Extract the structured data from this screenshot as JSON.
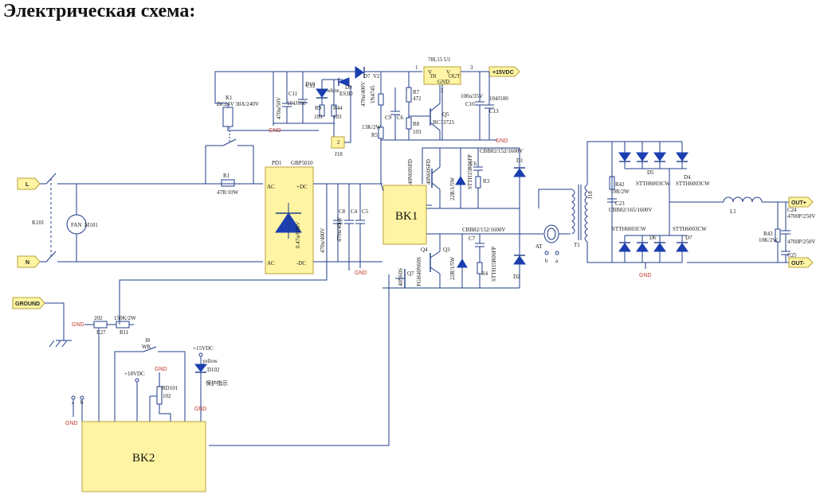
{
  "title": "Электрическая схема:",
  "colors": {
    "wire": "#1f3c8a",
    "diode": "#1b3fb0",
    "module": "#fff4a3",
    "gnd": "#c0392b"
  },
  "terminals": {
    "l": "L",
    "n": "N",
    "ground": "GROUND",
    "vdc15": "+15VDC",
    "out_plus": "OUT+",
    "out_minus": "OUT-"
  },
  "components": {
    "k1": "K1",
    "k1_rating": "DC24V 30A/240V",
    "k101": "K101",
    "fan": "FAN",
    "m101": "M101",
    "r1": "R1",
    "r1_val": "47R/10W",
    "pd1": "PD1",
    "gbp": "GBP5010",
    "ac1": "AC",
    "ac2": "AC",
    "dcp": "+DC",
    "dcm": "-DC",
    "c_main": "0.47u/630V",
    "c_bulk": "470u/400V",
    "c8": "C8",
    "c4": "C4",
    "c5": "C5",
    "c11": "C11",
    "c11_val": "470u/50V",
    "c12": "C12",
    "c12_val": "104J100",
    "d10": "D10",
    "white": "white",
    "r9": "R9",
    "r44": "R44",
    "r9_val": "103",
    "r44_val": "103",
    "d9": "D9",
    "es3d": "ES3D",
    "d7": "D7",
    "v2": "V2",
    "d7_val": "470u/400V",
    "j18a": "J18",
    "zd": "1N4745",
    "r7": "R7",
    "r7_val": "472",
    "c9": "C9",
    "c6b": "C6",
    "r5_val": "13K/2W",
    "r5": "R5",
    "r8": "R8",
    "r8_val": "103",
    "q5": "Q5",
    "q5_val": "BC33725",
    "u1": "U1",
    "u1_val": "78L15",
    "vin": "V",
    "vin2": "IN",
    "vout": "V",
    "vout2": "OUT",
    "u1gnd": "GND",
    "pin1": "1",
    "pin2": "2",
    "pin3": "3",
    "c10": "C10",
    "c10_val": "100u/35V",
    "c13": "C13",
    "c13_val": "104J100",
    "bk1": "BK1",
    "bk2": "BK2",
    "q_upper": "40N60SFD",
    "q_upper2": "40N60SFD",
    "r22": "22R/1/5W",
    "r22b": "22R/1/5W",
    "stth_a": "STTH15R06FP",
    "stth_b": "STTH15R06FP",
    "r3": "R3",
    "r4": "R4",
    "c6": "C6",
    "c7": "C7",
    "cbb1": "CBB82/152/1600V",
    "cbb2": "CBB82/152/1600V",
    "d1": "D1",
    "d2": "D2",
    "q7": "Q7",
    "q4": "Q4",
    "q3": "Q3",
    "q7_val": "40N60S",
    "q4_val": "FGH40N60S",
    "at": "AT",
    "at_b": "b",
    "at_a": "a",
    "t1": "T1",
    "j18b": "J18",
    "r42": "R42",
    "r42_val": "10R/2W",
    "c23": "C23",
    "c23_val": "CBB82/165/1600V",
    "d5": "D5",
    "d4": "D4",
    "d6": "D6",
    "d7b": "D7",
    "stth6003_a": "STTH6003CW",
    "stth6003_b": "STTH6003CW",
    "stth6003_c": "STTH6003CW",
    "stth6003_d": "STTH6003CW",
    "l1": "L1",
    "r43": "R43",
    "r43_val": "10K/2W",
    "c24": "C24",
    "c24_val": "4700P/250V",
    "c25": "C25",
    "c25_val": "4700P/250V",
    "r27": "R27",
    "r27_val": "202",
    "r11": "R11",
    "r11_val": "150K/2W",
    "j8": "J8",
    "wk": "WK",
    "d102": "D102",
    "yellow": "yellow",
    "protect": "保护指示",
    "vdc15b": "+15VDC",
    "vdc18": "+18VDC",
    "rd101": "RD101",
    "rd_val": "102",
    "ab_a": "a",
    "ab_b": "b"
  },
  "gnd_label": "GND"
}
